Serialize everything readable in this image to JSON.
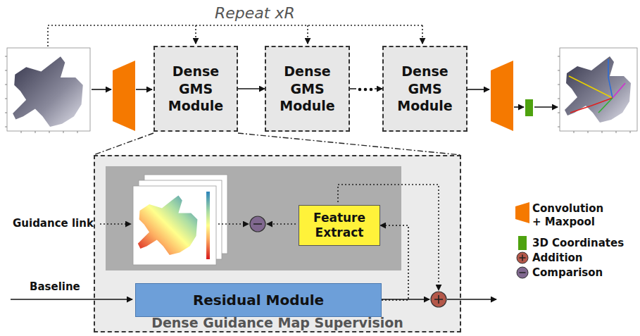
{
  "diagram": {
    "nodes": [
      {
        "text": [
          "Dense GMS Module"
        ]
      },
      {
        "text": [
          "Dense GMS Module"
        ]
      },
      {
        "text": [
          "Dense GMS Module"
        ]
      },
      {
        "text": [
          "Dense Guidance Map Supervision"
        ]
      },
      {
        "text": [
          "Feature Extract"
        ],
        "in": 3
      },
      {
        "text": [
          "Residual Module"
        ],
        "in": 3
      }
    ],
    "edges": [
      {
        "from": 0,
        "to": 1,
        "arrow": "to"
      },
      {
        "from": 1,
        "to": 2,
        "arrow": "to"
      },
      {
        "from": 5,
        "to": 4,
        "arrow": "to"
      }
    ],
    "labels": [
      "Repeat xR",
      "Guidance link",
      "Baseline"
    ],
    "legend": [
      {
        "text": "Convolution + Maxpool",
        "color": "#f57900"
      },
      {
        "text": "3D Coordinates",
        "color": "#4ea20f"
      },
      {
        "text": "Addition",
        "color": "#b4584a"
      },
      {
        "text": "Comparison",
        "color": "#80688f"
      }
    ]
  }
}
